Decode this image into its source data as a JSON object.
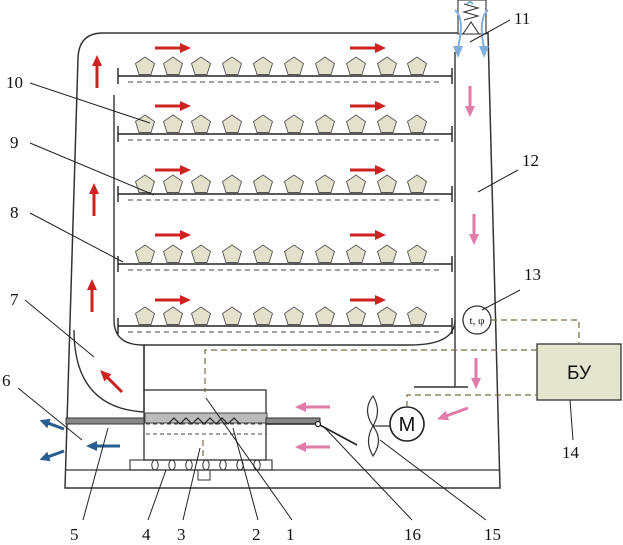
{
  "labels": {
    "n1": "1",
    "n2": "2",
    "n3": "3",
    "n4": "4",
    "n5": "5",
    "n6": "6",
    "n7": "7",
    "n8": "8",
    "n9": "9",
    "n10": "10",
    "n11": "11",
    "n12": "12",
    "n13": "13",
    "n14": "14",
    "n15": "15",
    "n16": "16"
  },
  "control_unit": "БУ",
  "sensor": "t, φ",
  "motor": "M",
  "colors": {
    "hot_arrow": "#cc2222",
    "cool_arrow": "#e07aa8",
    "exhaust_arrow": "#2a5d8f",
    "intake_arrow": "#7fb0dc",
    "product_fill": "#e3e1cc",
    "control_fill": "#e4e5cf",
    "wire": "#7a6a40"
  }
}
